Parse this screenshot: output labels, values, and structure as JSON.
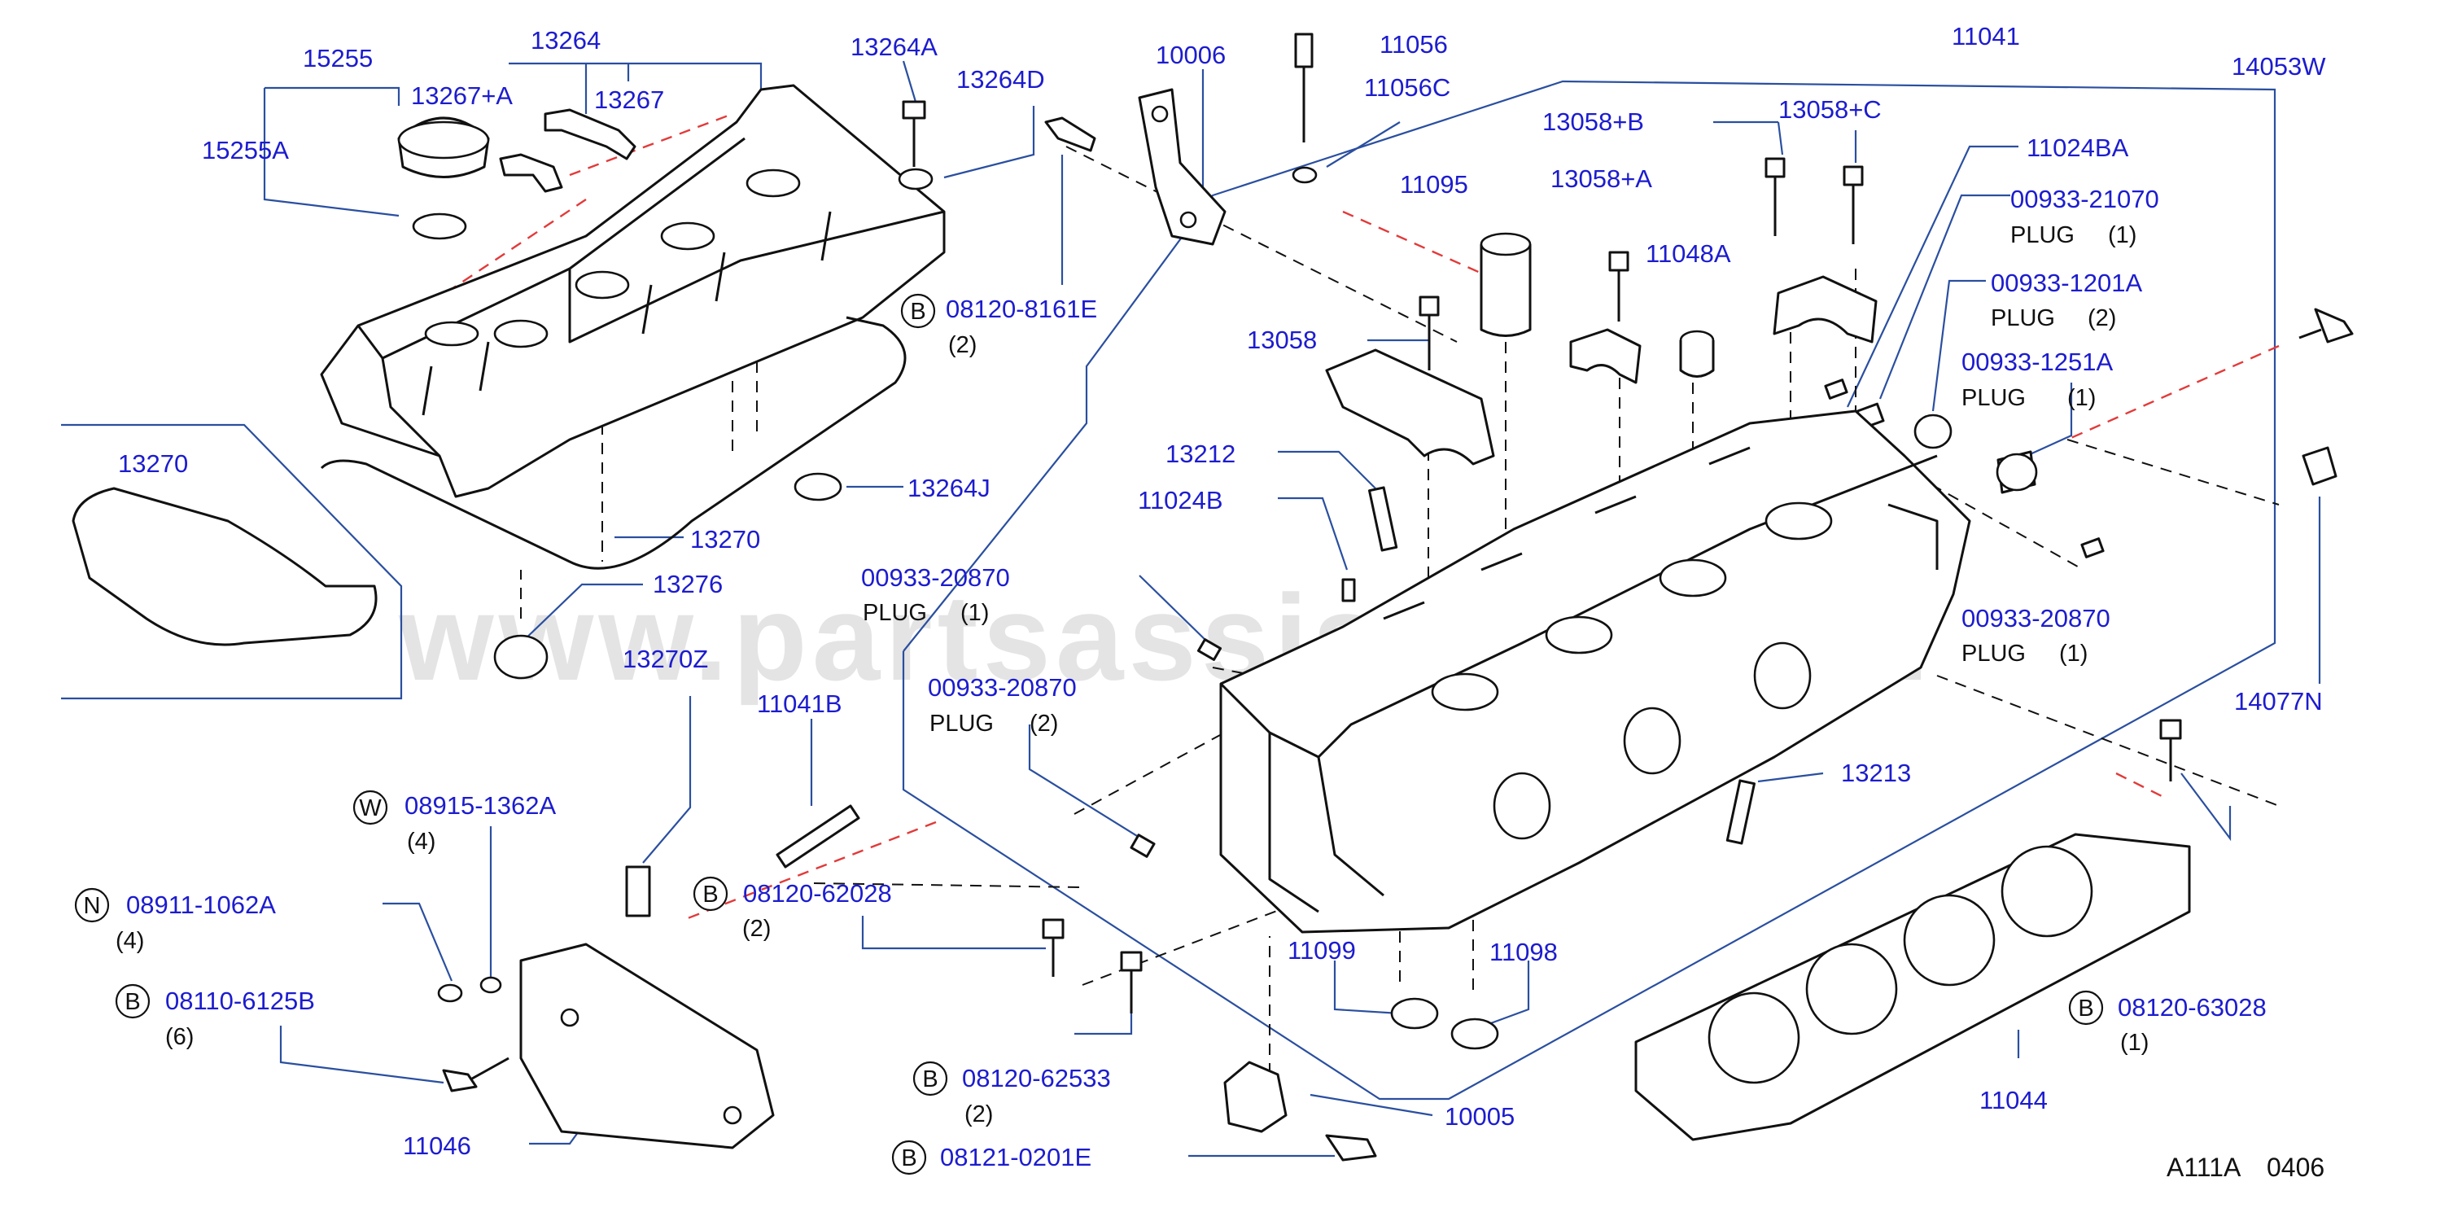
{
  "diagram": {
    "watermark": "www.partsassistant.com",
    "code": "A111A",
    "page": "0406",
    "colors": {
      "label": "#1c1ccf",
      "leader": "#2a4fa0",
      "red_dash": "#e23a3a",
      "line": "#111111"
    },
    "labels": {
      "p15255": "15255",
      "p15255A": "15255A",
      "p13264": "13264",
      "p13267A": "13267+A",
      "p13267": "13267",
      "p13264A": "13264A",
      "p13264D": "13264D",
      "p10006": "10006",
      "p11056": "11056",
      "p11056C": "11056C",
      "p11041": "11041",
      "p14053W": "14053W",
      "p13058B": "13058+B",
      "p13058C": "13058+C",
      "p11024BA": "11024BA",
      "p13058A": "13058+A",
      "p11095": "11095",
      "p00933_21070": "00933-21070",
      "p11048A": "11048A",
      "p00933_1201A": "00933-1201A",
      "p13058": "13058",
      "p00933_1251A": "00933-1251A",
      "p08120_8161E": "08120-8161E",
      "p13270a": "13270",
      "p13264J": "13264J",
      "p13212": "13212",
      "p11024B": "11024B",
      "p13270b": "13270",
      "p00933_20870a": "00933-20870",
      "p13276": "13276",
      "p00933_20870b": "00933-20870",
      "p13270Z": "13270Z",
      "p00933_20870c": "00933-20870",
      "p14077N": "14077N",
      "p11041B": "11041B",
      "p13213": "13213",
      "p08915_1362A": "08915-1362A",
      "p08120_62028": "08120-62028",
      "p08911_1062A": "08911-1062A",
      "p11099": "11099",
      "p11098": "11098",
      "p08120_63028": "08120-63028",
      "p08110_6125B": "08110-6125B",
      "p11044": "11044",
      "p08120_62533": "08120-62533",
      "p10005": "10005",
      "p11046": "11046",
      "p08121_0201E": "08121-0201E"
    },
    "subs": {
      "plug": "PLUG",
      "q1": "(1)",
      "q2": "(2)",
      "q4": "(4)",
      "q6": "(6)"
    },
    "markers": {
      "B": "B",
      "W": "W",
      "N": "N"
    }
  }
}
